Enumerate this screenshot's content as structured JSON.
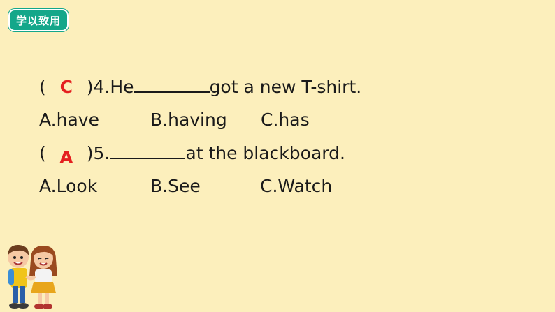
{
  "header": {
    "badge_label": "学以致用"
  },
  "questions": [
    {
      "answer": "C",
      "number_text": ")4.He",
      "after_blank": "got a new T-shirt.",
      "options": [
        "A.have",
        "B.having",
        "C.has"
      ]
    },
    {
      "answer": "A",
      "number_text": ")5.",
      "after_blank": "at the blackboard.",
      "options": [
        "A.Look",
        "B.See",
        "C.Watch"
      ]
    }
  ],
  "colors": {
    "background": "#fcefbc",
    "badge": "#14a78a",
    "answer": "#e41f1f"
  },
  "illustration": {
    "icon": "two-children-holding-hands-icon"
  }
}
